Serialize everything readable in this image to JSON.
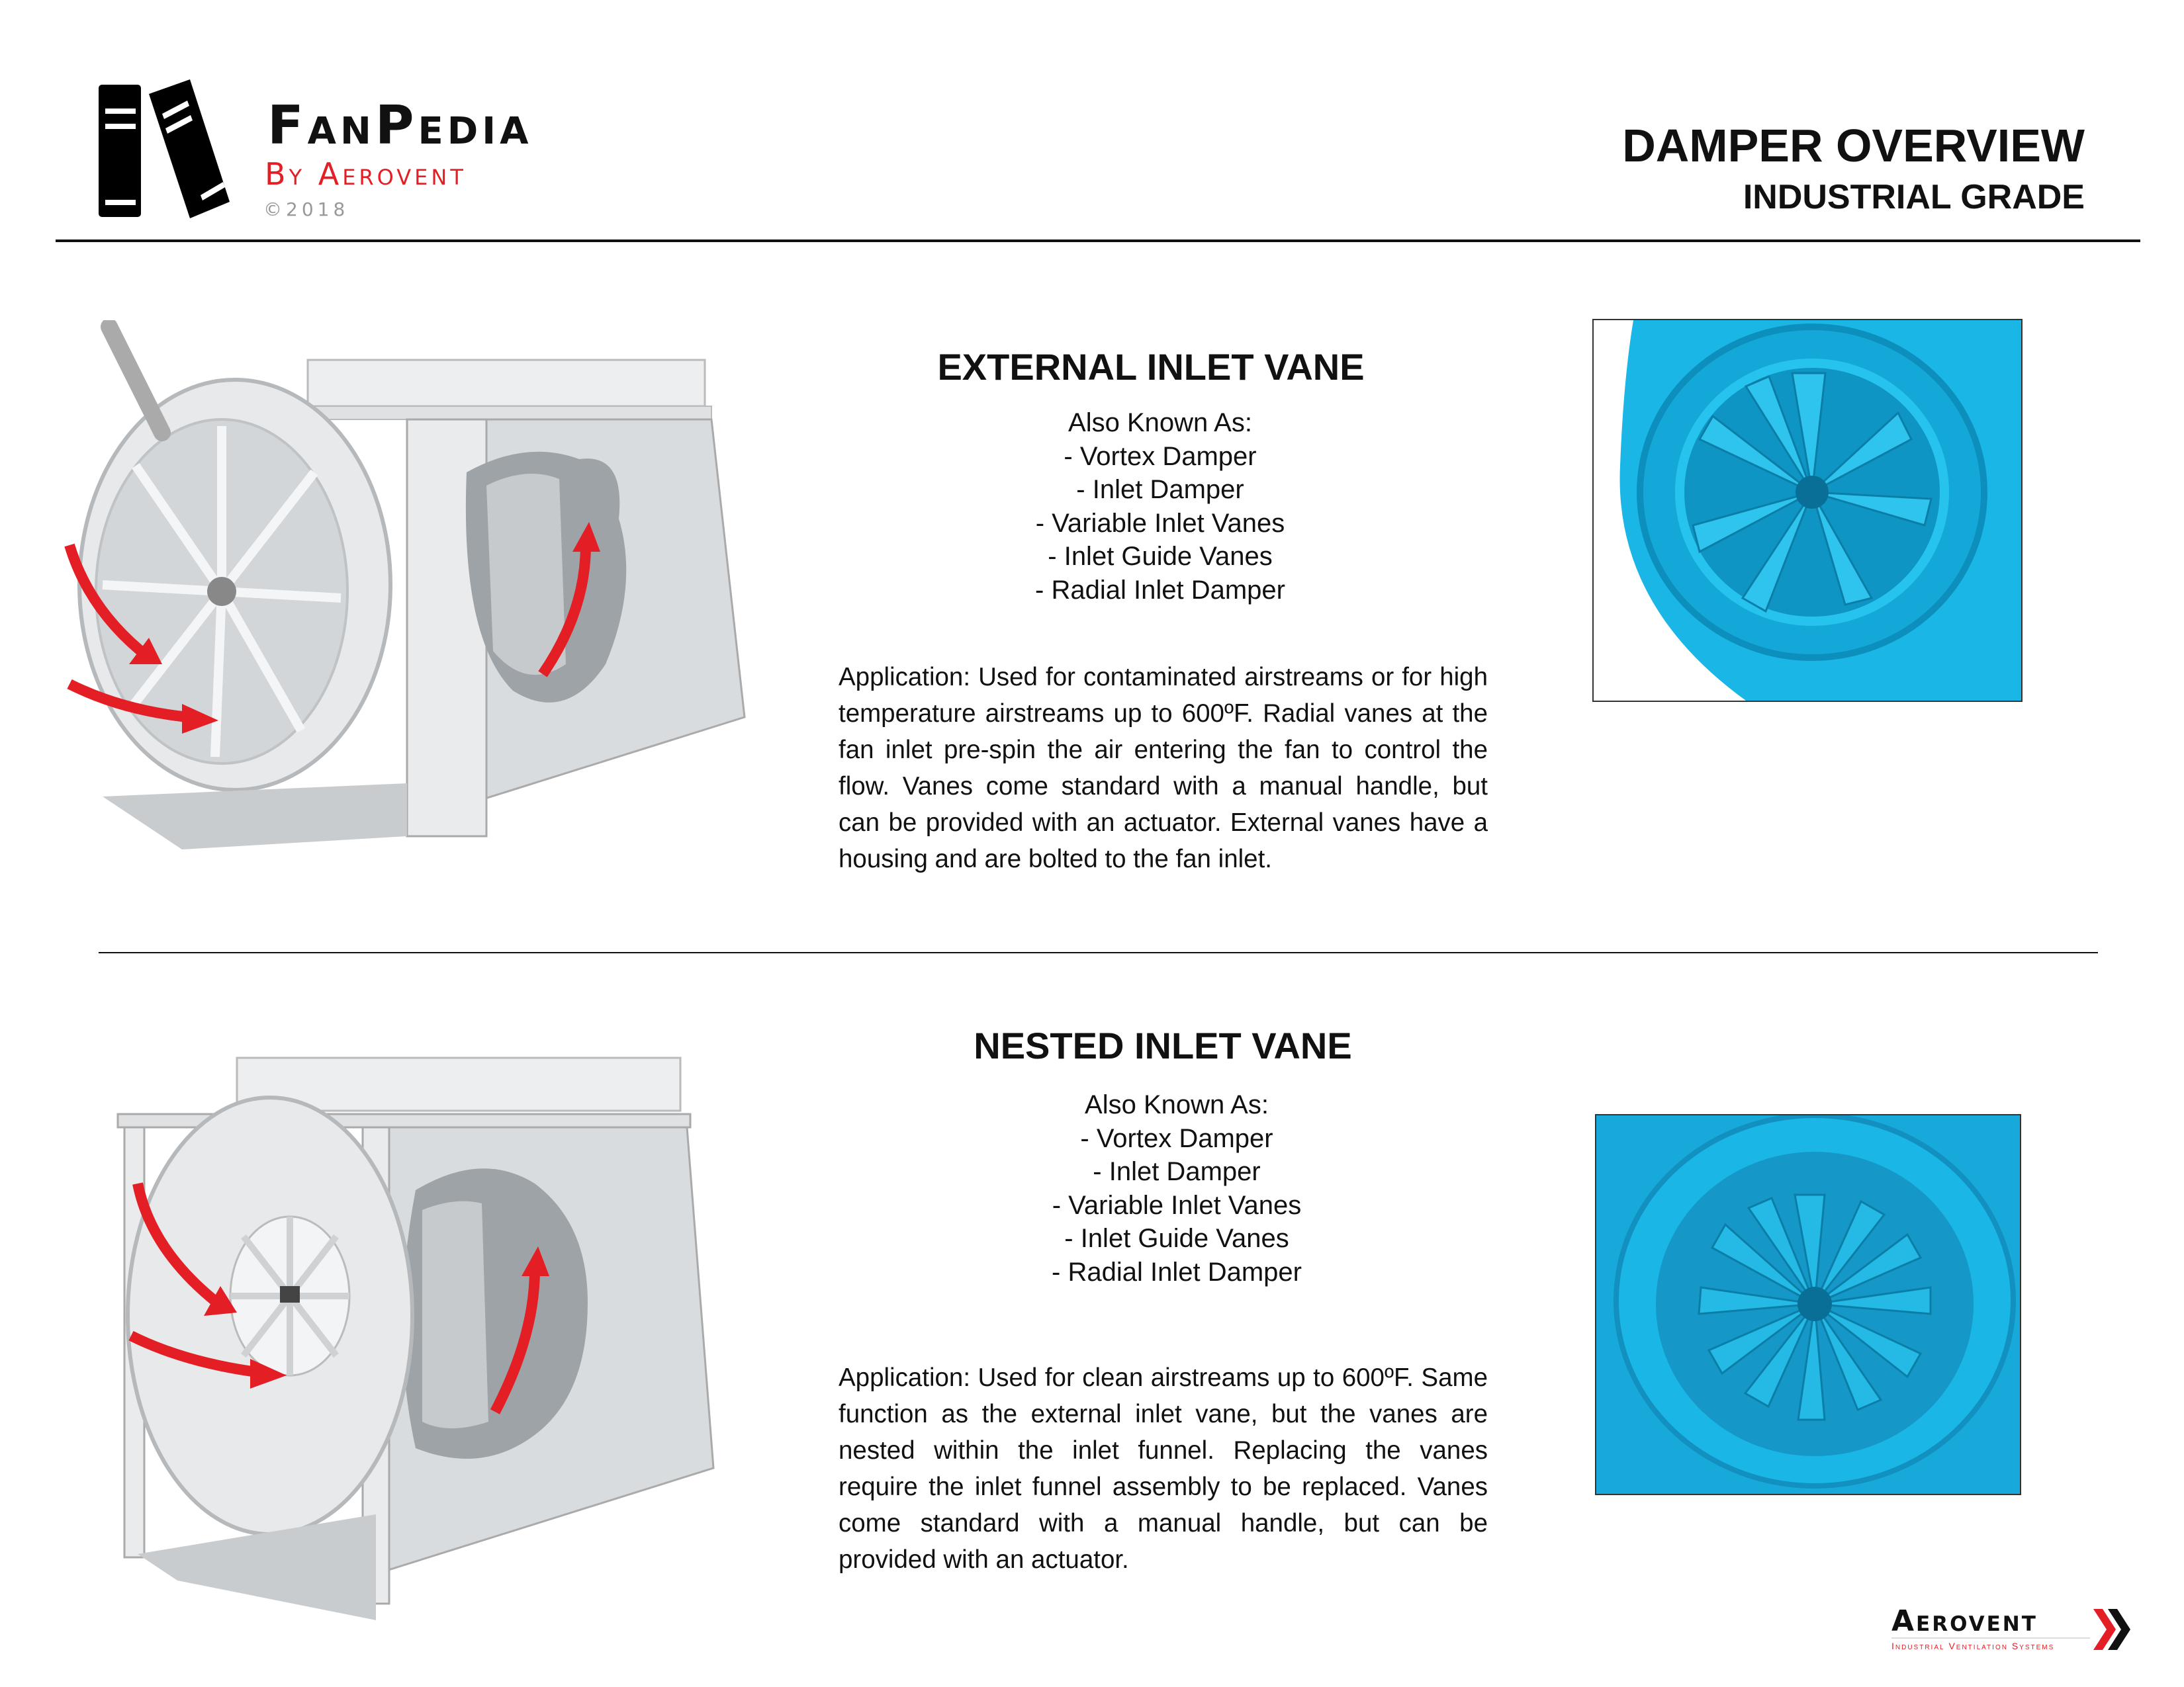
{
  "header": {
    "brand": "FanPedia",
    "brand_sub": "By Aerovent",
    "copyright": "©2018",
    "doc_title": "DAMPER OVERVIEW",
    "doc_subtitle": "INDUSTRIAL GRADE"
  },
  "sections": [
    {
      "title": "EXTERNAL INLET VANE",
      "aka_label": "Also Known As:",
      "aka": [
        "- Vortex Damper",
        "- Inlet Damper",
        "- Variable Inlet Vanes",
        "- Inlet Guide Vanes",
        "- Radial Inlet Damper"
      ],
      "application": "Application: Used for contaminated airstreams or for high temperature airstreams up to 600ºF. Radial vanes at the fan inlet pre-spin the air entering the fan to control the flow.  Vanes come standard with a manual handle, but can be provided with an actuator. External vanes have a housing and are bolted to the fan inlet."
    },
    {
      "title": "NESTED INLET VANE",
      "aka_label": "Also Known As:",
      "aka": [
        "- Vortex Damper",
        "- Inlet Damper",
        "- Variable Inlet Vanes",
        "- Inlet Guide Vanes",
        "- Radial Inlet Damper"
      ],
      "application": "Application: Used for clean airstreams up to 600ºF. Same function as the external inlet vane, but the vanes are nested within the inlet funnel.  Replacing the vanes require the inlet funnel assembly to be replaced.  Vanes come standard with a manual handle, but can be provided with an actuator."
    }
  ],
  "footer": {
    "brand": "Aerovent",
    "tagline": "Industrial Ventilation Systems"
  },
  "colors": {
    "brand_red": "#e31e24",
    "photo_blue": "#1ab6e6",
    "fan_grey": "#e4e6e8"
  }
}
